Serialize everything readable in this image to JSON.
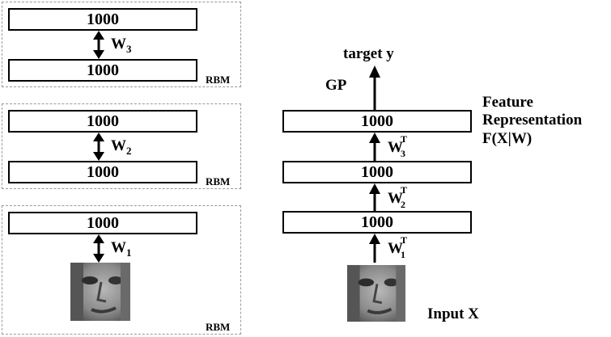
{
  "left_stack": {
    "panels": [
      {
        "top_box": "1000",
        "bottom_box": "1000",
        "weight": "W",
        "weight_sub": "3",
        "tag": "RBM"
      },
      {
        "top_box": "1000",
        "bottom_box": "1000",
        "weight": "W",
        "weight_sub": "2",
        "tag": "RBM"
      },
      {
        "top_box": "1000",
        "weight": "W",
        "weight_sub": "1",
        "tag": "RBM"
      }
    ]
  },
  "right_stack": {
    "boxes": [
      "1000",
      "1000",
      "1000"
    ],
    "weights": [
      {
        "base": "W",
        "sup": "T",
        "sub": "3"
      },
      {
        "base": "W",
        "sup": "T",
        "sub": "2"
      },
      {
        "base": "W",
        "sup": "T",
        "sub": "1"
      }
    ],
    "target": "target y",
    "gp": "GP",
    "feature_line1": "Feature",
    "feature_line2": "Representation",
    "feature_line3": "F(X|W)",
    "input": "Input X"
  },
  "icons": {
    "face": "face-image-icon"
  }
}
